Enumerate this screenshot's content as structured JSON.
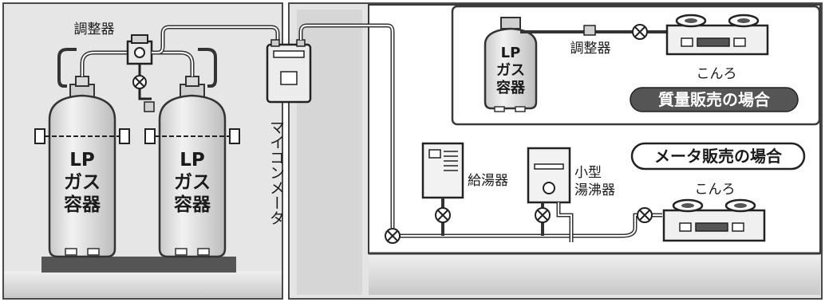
{
  "cylinder_labels": {
    "left": [
      "LP",
      "ガス",
      "容器"
    ],
    "right": [
      "LP",
      "ガス",
      "容器"
    ],
    "small": [
      "LP",
      "ガス",
      "容器"
    ]
  },
  "labels": {
    "regulator_left": "調整器",
    "regulator_small": "調整器",
    "micom_meter": "マイコンメータ",
    "water_heater": "給湯器",
    "small_heater_line1": "小型",
    "small_heater_line2": "湯沸器",
    "stove_bottom": "こんろ",
    "stove_top": "こんろ"
  },
  "banners": {
    "weight_sales": "質量販売の場合",
    "meter_sales": "メータ販売の場合"
  },
  "colors": {
    "panel_bg": "#e4e4e4",
    "outline": "#3a3a3a",
    "cylinder_fill": "#dcdcdc",
    "banner_fill": "#555555"
  }
}
